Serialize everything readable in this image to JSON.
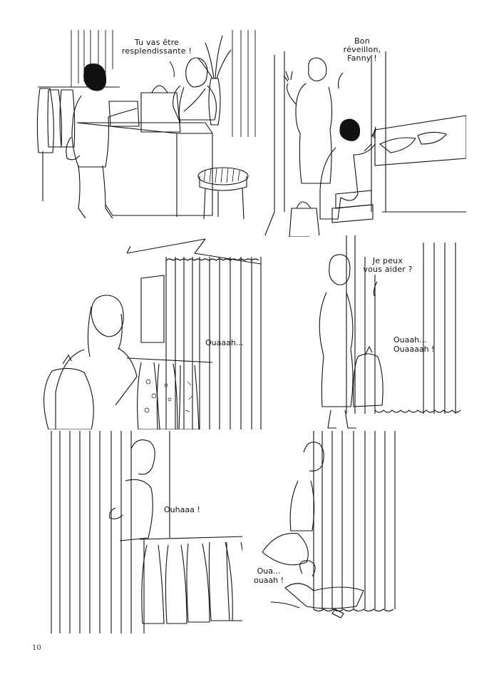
{
  "page": {
    "number": "10"
  },
  "panels": [
    {
      "id": "p1",
      "speech": "Tu vas être\nresplendissante !"
    },
    {
      "id": "p2",
      "speech": "Bon\nréveillon,\nFanny !"
    },
    {
      "id": "p3",
      "sfx": "Ouaaah..."
    },
    {
      "id": "p4",
      "speech": "Je peux\nvous aider ?",
      "sfx": "Ouaah...\nOuaaaah !"
    },
    {
      "id": "p5",
      "sfx": "Ouhaaa !"
    },
    {
      "id": "p6",
      "sfx": "Oua...\nouaah !"
    }
  ]
}
